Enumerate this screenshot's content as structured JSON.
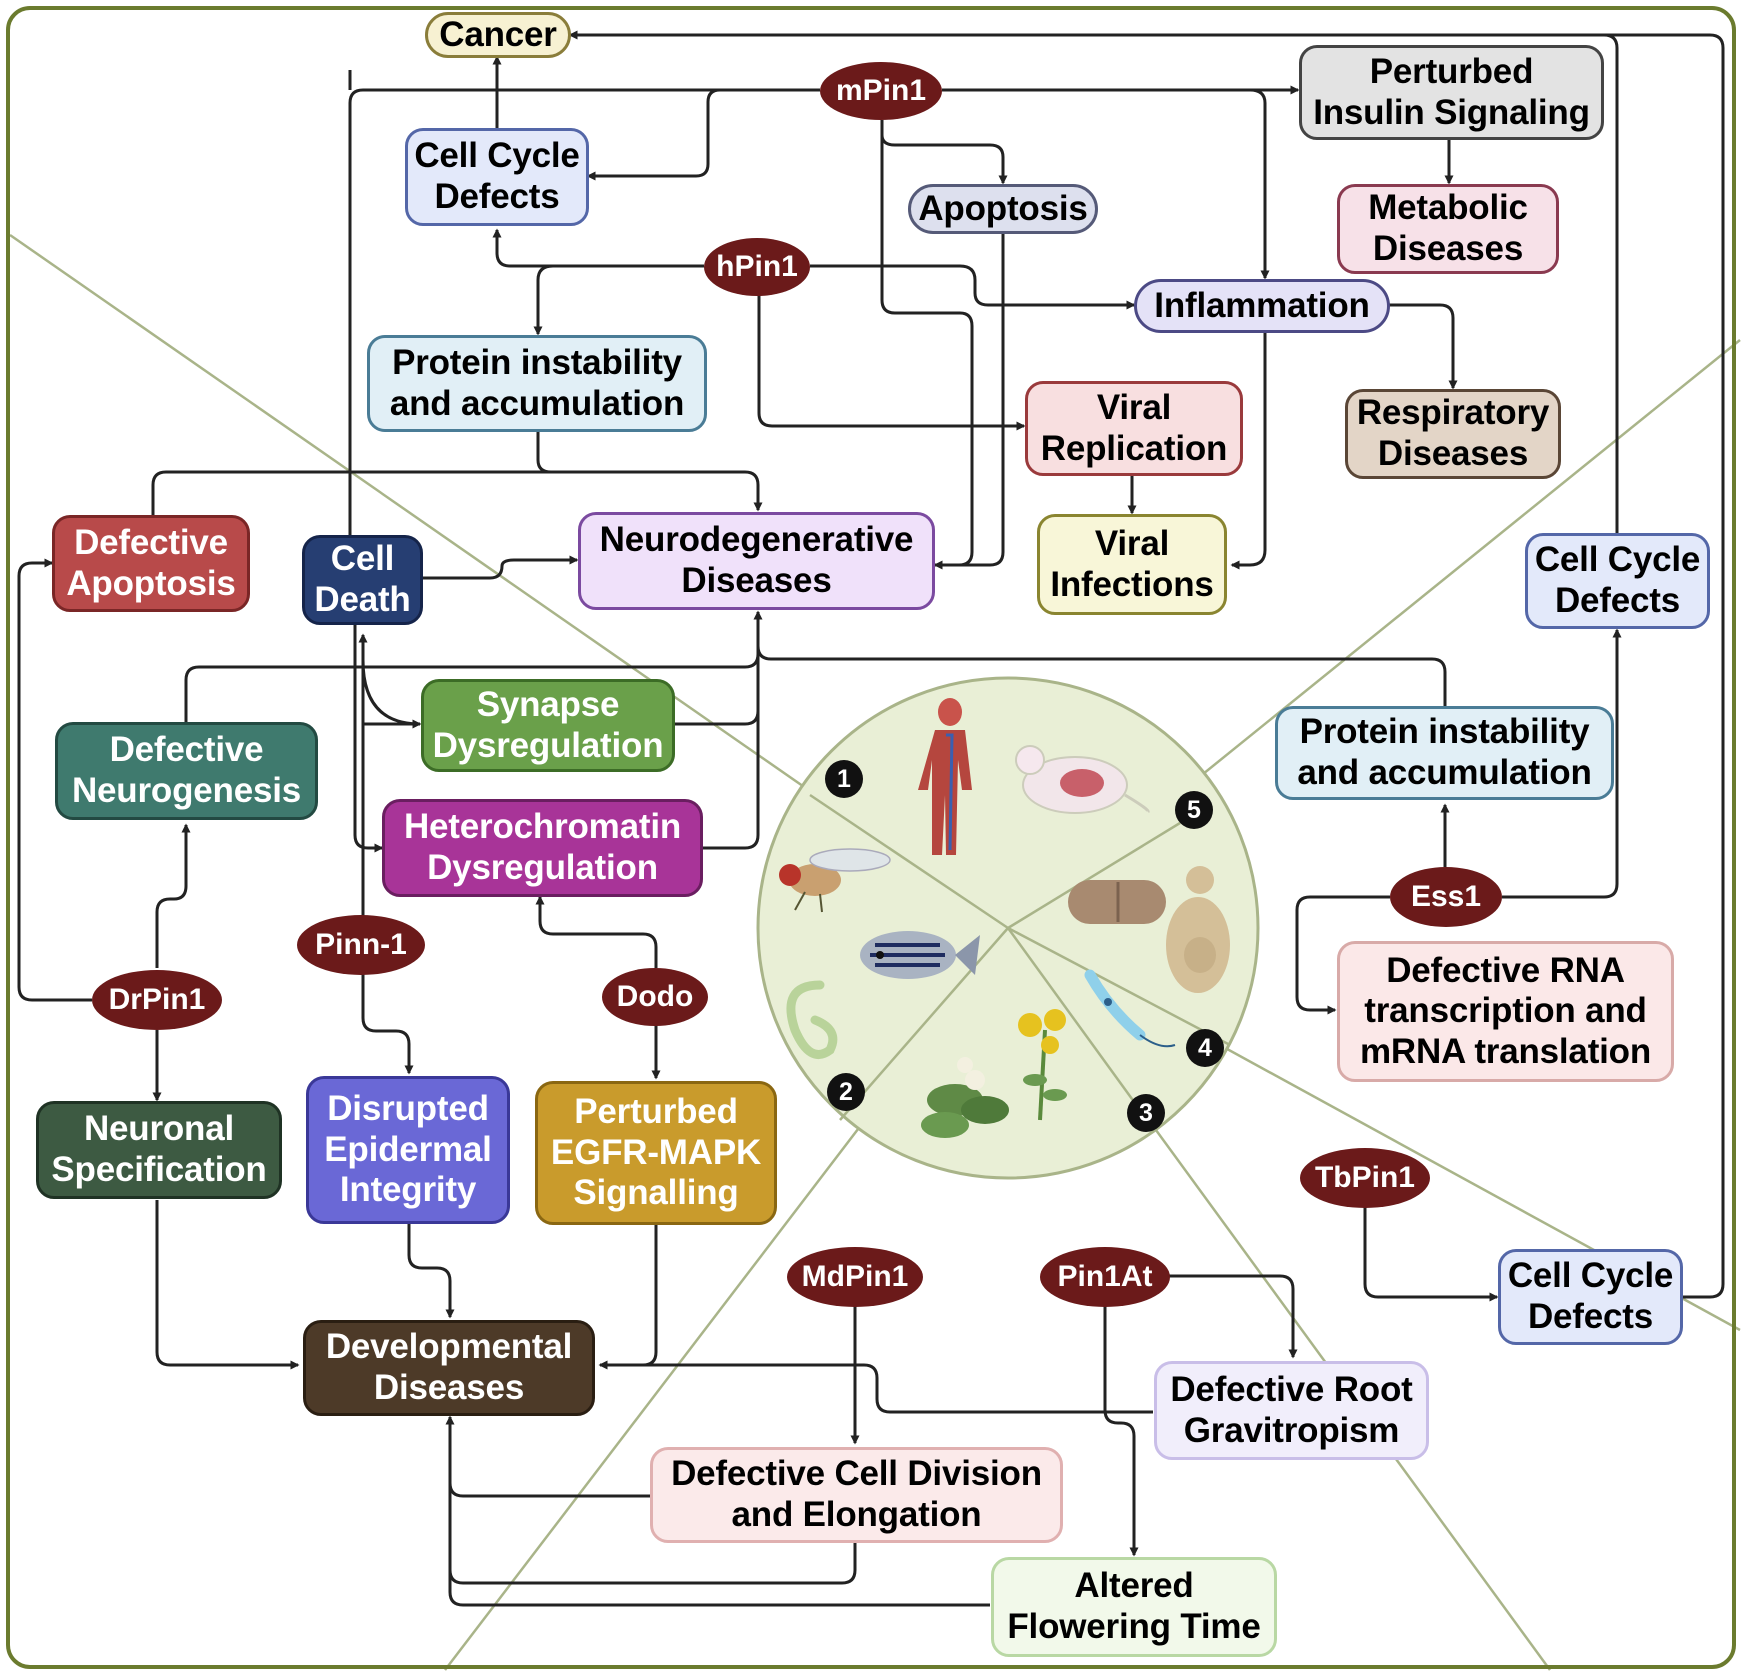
{
  "nodes": {
    "mPin1": "mPin1",
    "hPin1": "hPin1",
    "DrPin1": "DrPin1",
    "Pinn1": "Pinn-1",
    "Dodo": "Dodo",
    "Ess1": "Ess1",
    "TbPin1": "TbPin1",
    "MdPin1": "MdPin1",
    "Pin1At": "Pin1At"
  },
  "boxes": {
    "cancer": "Cancer",
    "cell_cycle_defects_top": "Cell Cycle\nDefects",
    "apoptosis": "Apoptosis",
    "perturbed_insulin": "Perturbed\nInsulin Signaling",
    "metabolic_diseases": "Metabolic\nDiseases",
    "inflammation": "Inflammation",
    "respiratory_diseases": "Respiratory\nDiseases",
    "protein_instability_left": "Protein instability\nand accumulation",
    "viral_replication": "Viral\nReplication",
    "viral_infections": "Viral\nInfections",
    "defective_apoptosis": "Defective\nApoptosis",
    "cell_death": "Cell\nDeath",
    "neurodegenerative": "Neurodegenerative\nDiseases",
    "cell_cycle_defects_right": "Cell Cycle\nDefects",
    "synapse_dysregulation": "Synapse\nDysregulation",
    "defective_neurogenesis": "Defective\nNeurogenesis",
    "heterochromatin": "Heterochromatin\nDysregulation",
    "protein_instability_right": "Protein instability\nand accumulation",
    "defective_rna": "Defective RNA\ntranscription and\nmRNA translation",
    "neuronal_specification": "Neuronal\nSpecification",
    "disrupted_epidermal": "Disrupted\nEpidermal\nIntegrity",
    "perturbed_egfr": "Perturbed\nEGFR-MAPK\nSignalling",
    "developmental_diseases": "Developmental\nDiseases",
    "cell_cycle_defects_bottom": "Cell Cycle\nDefects",
    "defective_root": "Defective Root\nGravitropism",
    "defective_cell_division": "Defective Cell Division\nand Elongation",
    "altered_flowering": "Altered\nFlowering Time"
  },
  "sector_numbers": [
    "1",
    "2",
    "3",
    "4",
    "5"
  ],
  "organism_icons": [
    "human-body-icon",
    "mouse-organs-icon",
    "fruit-fly-icon",
    "zebrafish-icon",
    "nematode-icon",
    "arabidopsis-plant-icon",
    "flowering-plant-icon",
    "trypanosome-icon",
    "yeast-cell-icon",
    "budding-yeast-icon"
  ],
  "colors": {
    "node": "#6b1a1a",
    "frame": "#6b7b2e",
    "divider": "#a9b489",
    "center_circle": "#e9efd6"
  }
}
